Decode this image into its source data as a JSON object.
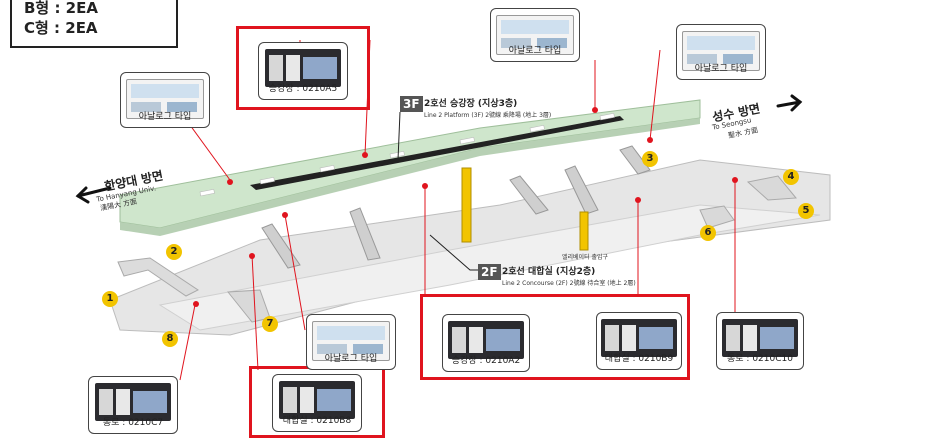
{
  "legend": {
    "line_b": "B형 : 2EA",
    "line_c": "C형 : 2EA"
  },
  "directions": {
    "left_main": "한양대 방면",
    "left_sub_en": "To Hanyang Univ.",
    "left_sub_kr": "漢陽大 方面",
    "right_main": "성수 방면",
    "right_sub_en": "To Seongsu",
    "right_sub_kr": "聖水 方面"
  },
  "floors": {
    "f3": {
      "tag": "3F",
      "title": "2호선 승강장 (지상3층)",
      "subtitle": "Line 2 Platform (3F) 2號線 乘降場 (地上 3層)"
    },
    "f2": {
      "tag": "2F",
      "title": "2호선 대합실 (지상2층)",
      "subtitle": "Line 2 Concourse (2F) 2號線 待合室 (地上 2層)"
    }
  },
  "elevator_label": "엘리베이터 출입구",
  "cards": {
    "analog_top_center": "아날로그 타입",
    "analog_top_right": "아날로그 타입",
    "analog_left": "아날로그 타입",
    "analog_bottom": "아날로그 타입",
    "platform_0210A5": "승강장 : 0210A5",
    "platform_0210A2": "승강장 : 0210A2",
    "concourse_0210B9": "대합실 : 0210B9",
    "concourse_0210B8": "대합실 : 0210B8",
    "passage_0210C10": "통로 : 0210C10",
    "passage_0210C7": "통로 : 0210C7"
  },
  "exits": [
    "1",
    "2",
    "3",
    "4",
    "5",
    "6",
    "7",
    "8"
  ],
  "colors": {
    "highlight_red": "#e0141e",
    "platform_green": "#cfe6cc",
    "exit_yellow": "#f2c400",
    "marker_red": "#e0141e"
  }
}
